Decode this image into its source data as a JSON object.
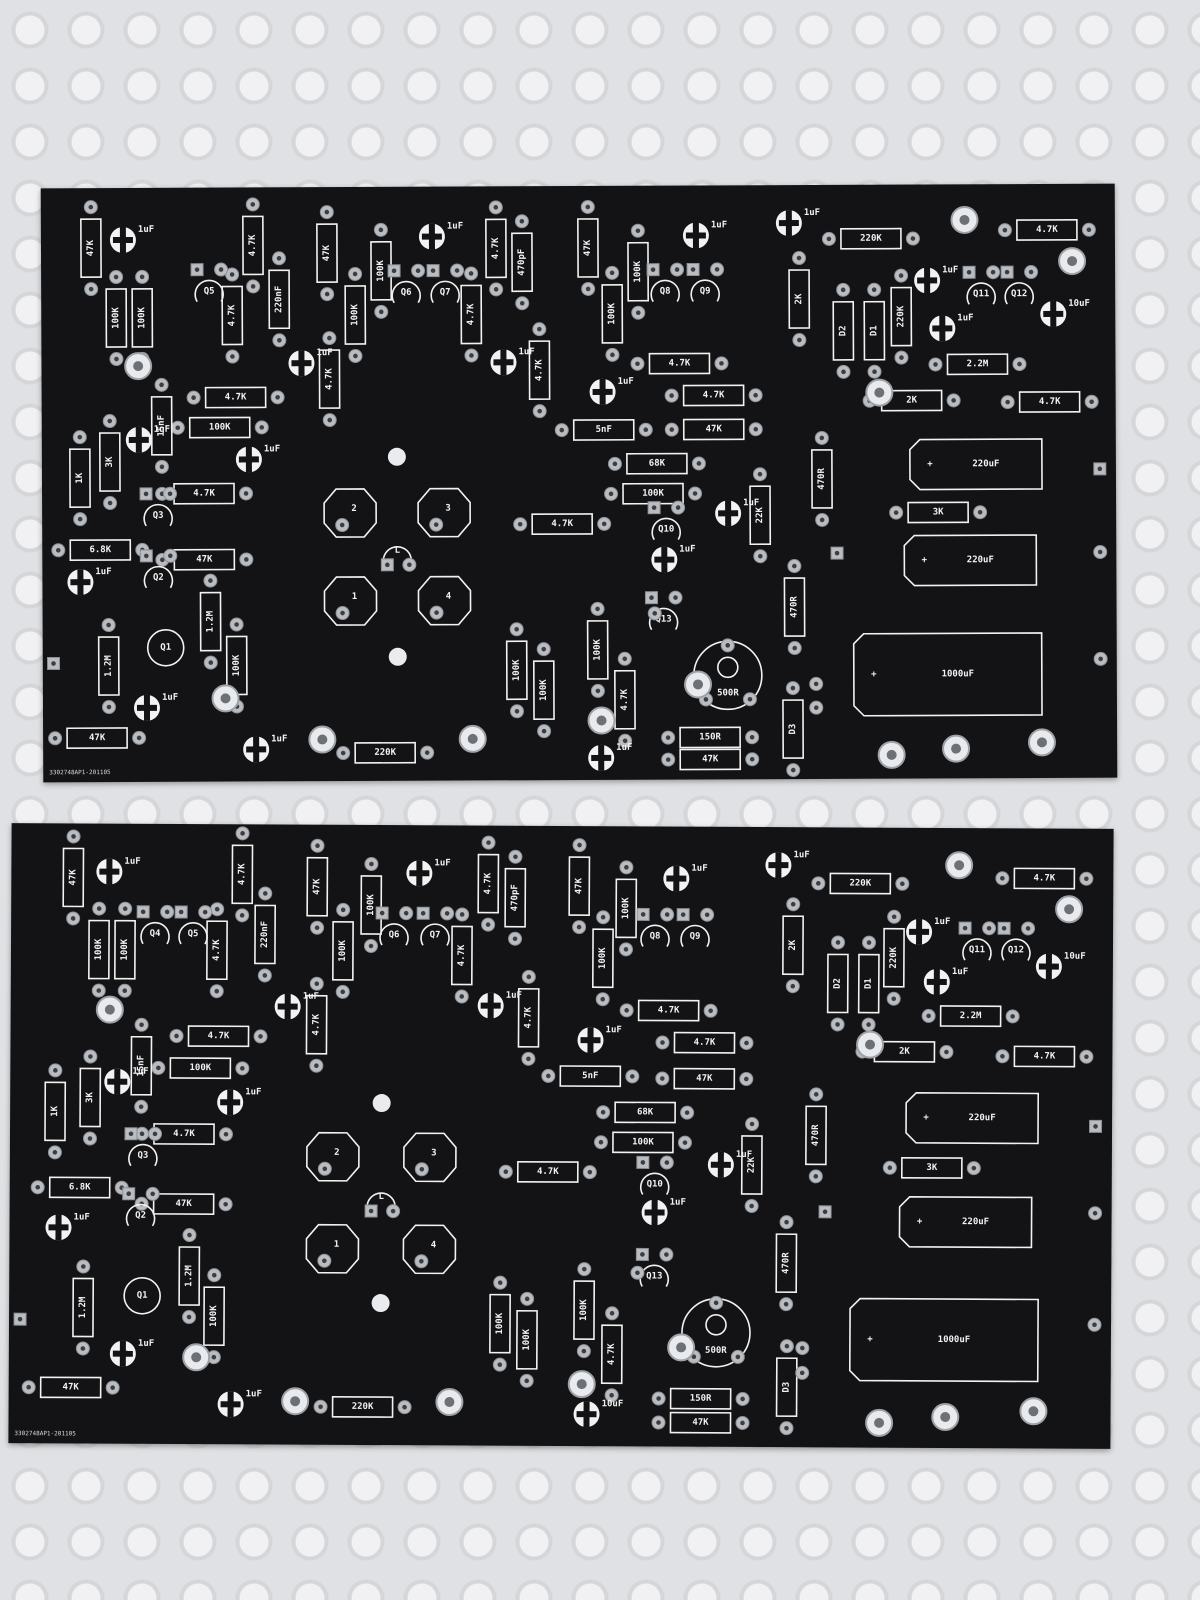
{
  "boards": [
    {
      "id_text": "3302748AP1-201105",
      "res": [
        [
          "47K",
          "v",
          92,
          246
        ],
        [
          "100K",
          "v",
          117,
          316
        ],
        [
          "100K",
          "v",
          143,
          316
        ],
        [
          "4.7K",
          "v",
          254,
          244
        ],
        [
          "4.7K",
          "v",
          233,
          314
        ],
        [
          "220nF",
          "v",
          280,
          298
        ],
        [
          "47K",
          "v",
          328,
          252
        ],
        [
          "100K",
          "v",
          356,
          314
        ],
        [
          "100K",
          "v",
          382,
          270
        ],
        [
          "4.7K",
          "v",
          472,
          314
        ],
        [
          "4.7K",
          "v",
          497,
          248
        ],
        [
          "470pF",
          "v",
          523,
          262
        ],
        [
          "47K",
          "v",
          589,
          248
        ],
        [
          "100K",
          "v",
          613,
          314
        ],
        [
          "100K",
          "v",
          639,
          272
        ],
        [
          "4.7K",
          "v",
          330,
          378
        ],
        [
          "4.7K",
          "v",
          540,
          370
        ],
        [
          "2K",
          "v",
          800,
          300
        ],
        [
          "D2",
          "v",
          844,
          332
        ],
        [
          "D1",
          "v",
          875,
          332
        ],
        [
          "220K",
          "v",
          902,
          318
        ],
        [
          "4.7K",
          "h",
          236,
          396
        ],
        [
          "100K",
          "h",
          220,
          426
        ],
        [
          "15nF",
          "v",
          162,
          424
        ],
        [
          "1K",
          "v",
          80,
          476
        ],
        [
          "3K",
          "v",
          110,
          460
        ],
        [
          "4.7K",
          "h",
          204,
          492
        ],
        [
          "6.8K",
          "h",
          100,
          548
        ],
        [
          "47K",
          "h",
          204,
          558
        ],
        [
          "1.2M",
          "v",
          108,
          664
        ],
        [
          "1.2M",
          "v",
          210,
          620
        ],
        [
          "100K",
          "v",
          236,
          664
        ],
        [
          "47K",
          "h",
          96,
          736
        ],
        [
          "220K",
          "h",
          384,
          752
        ],
        [
          "4.7K",
          "h",
          562,
          524
        ],
        [
          "5nF",
          "h",
          604,
          430
        ],
        [
          "47K",
          "h",
          714,
          430
        ],
        [
          "4.7K",
          "h",
          714,
          396
        ],
        [
          "4.7K",
          "h",
          680,
          364
        ],
        [
          "68K",
          "h",
          657,
          464
        ],
        [
          "100K",
          "h",
          653,
          494
        ],
        [
          "22K",
          "v",
          760,
          516
        ],
        [
          "470R",
          "v",
          822,
          480
        ],
        [
          "470R",
          "v",
          794,
          608
        ],
        [
          "100K",
          "v",
          516,
          670
        ],
        [
          "100K",
          "v",
          543,
          690
        ],
        [
          "100K",
          "v",
          597,
          650
        ],
        [
          "4.7K",
          "v",
          624,
          700
        ],
        [
          "150R",
          "h",
          709,
          738
        ],
        [
          "47K",
          "h",
          709,
          760
        ],
        [
          "D3",
          "v",
          792,
          730
        ],
        [
          "220K",
          "h",
          872,
          240
        ],
        [
          "4.7K",
          "h",
          1048,
          232
        ],
        [
          "2.2M",
          "h",
          978,
          366
        ],
        [
          "2K",
          "h",
          912,
          402
        ],
        [
          "4.7K",
          "h",
          1050,
          404
        ],
        [
          "3K",
          "h",
          938,
          514
        ]
      ],
      "caps": [
        [
          "1uF",
          124,
          238
        ],
        [
          "1uF",
          433,
          236
        ],
        [
          "1uF",
          697,
          236
        ],
        [
          "1uF",
          790,
          224
        ],
        [
          "1uF",
          928,
          282
        ],
        [
          "1uF",
          943,
          330
        ],
        [
          "10uF",
          1054,
          316
        ],
        [
          "1uF",
          302,
          362
        ],
        [
          "1uF",
          504,
          362
        ],
        [
          "1uF",
          603,
          392
        ],
        [
          "1uF",
          139,
          438
        ],
        [
          "1uF",
          249,
          458
        ],
        [
          "1uF",
          728,
          514
        ],
        [
          "1uF",
          664,
          560
        ],
        [
          "1uF",
          80,
          580
        ],
        [
          "1uF",
          146,
          706
        ],
        [
          "1uF",
          255,
          748
        ],
        [
          "1uF",
          600,
          758
        ]
      ],
      "trans": [
        [
          "Q5",
          210,
          292
        ],
        [
          "Q6",
          407,
          294
        ],
        [
          "Q7",
          446,
          294
        ],
        [
          "Q8",
          666,
          294
        ],
        [
          "Q9",
          706,
          294
        ],
        [
          "Q11",
          982,
          298
        ],
        [
          "Q12",
          1020,
          298
        ],
        [
          "Q3",
          158,
          516
        ],
        [
          "Q2",
          158,
          578
        ],
        [
          "Q10",
          666,
          532
        ],
        [
          "Q13",
          663,
          622
        ]
      ],
      "ecaps": [
        [
          "220uF",
          976,
          466
        ],
        [
          "220uF",
          970,
          562
        ],
        [
          "1000uF",
          947,
          676
        ]
      ],
      "trim": [
        "500R",
        727,
        676
      ],
      "tube": [
        [
          "2",
          350,
          512
        ],
        [
          "3",
          444,
          512
        ],
        [
          "1",
          350,
          600
        ],
        [
          "4",
          444,
          600
        ]
      ],
      "q1": [
        "Q1",
        165,
        646
      ]
    },
    {
      "id_text": "3302748AP1-201105",
      "res": [
        [
          "47K",
          "v",
          72,
          880
        ],
        [
          "100K",
          "v",
          98,
          952
        ],
        [
          "100K",
          "v",
          124,
          952
        ],
        [
          "4.7K",
          "v",
          241,
          876
        ],
        [
          "4.7K",
          "v",
          216,
          952
        ],
        [
          "220nF",
          "v",
          264,
          936
        ],
        [
          "47K",
          "v",
          316,
          888
        ],
        [
          "100K",
          "v",
          342,
          952
        ],
        [
          "100K",
          "v",
          370,
          906
        ],
        [
          "4.7K",
          "v",
          461,
          956
        ],
        [
          "4.7K",
          "v",
          487,
          884
        ],
        [
          "470pF",
          "v",
          514,
          898
        ],
        [
          "47K",
          "v",
          578,
          886
        ],
        [
          "100K",
          "v",
          602,
          958
        ],
        [
          "100K",
          "v",
          625,
          908
        ],
        [
          "4.7K",
          "v",
          316,
          1026
        ],
        [
          "4.7K",
          "v",
          528,
          1018
        ],
        [
          "2K",
          "v",
          792,
          944
        ],
        [
          "D2",
          "v",
          837,
          982
        ],
        [
          "D1",
          "v",
          868,
          982
        ],
        [
          "220K",
          "v",
          893,
          956
        ],
        [
          "4.7K",
          "h",
          218,
          1038
        ],
        [
          "100K",
          "h",
          200,
          1070
        ],
        [
          "15nF",
          "v",
          141,
          1068
        ],
        [
          "1K",
          "v",
          55,
          1114
        ],
        [
          "3K",
          "v",
          90,
          1100
        ],
        [
          "4.7K",
          "h",
          184,
          1136
        ],
        [
          "6.8K",
          "h",
          80,
          1190
        ],
        [
          "47K",
          "h",
          184,
          1206
        ],
        [
          "1.2M",
          "v",
          84,
          1310
        ],
        [
          "1.2M",
          "v",
          190,
          1278
        ],
        [
          "100K",
          "v",
          215,
          1318
        ],
        [
          "47K",
          "h",
          72,
          1390
        ],
        [
          "220K",
          "h",
          364,
          1408
        ],
        [
          "4.7K",
          "h",
          548,
          1172
        ],
        [
          "5nF",
          "h",
          590,
          1076
        ],
        [
          "47K",
          "h",
          704,
          1078
        ],
        [
          "4.7K",
          "h",
          704,
          1042
        ],
        [
          "4.7K",
          "h",
          668,
          1010
        ],
        [
          "68K",
          "h",
          645,
          1112
        ],
        [
          "100K",
          "h",
          643,
          1142
        ],
        [
          "22K",
          "v",
          752,
          1164
        ],
        [
          "470R",
          "v",
          816,
          1134
        ],
        [
          "470R",
          "v",
          787,
          1262
        ],
        [
          "100K",
          "v",
          501,
          1324
        ],
        [
          "100K",
          "v",
          528,
          1340
        ],
        [
          "100K",
          "v",
          585,
          1310
        ],
        [
          "4.7K",
          "v",
          613,
          1354
        ],
        [
          "150R",
          "h",
          702,
          1398
        ],
        [
          "47K",
          "h",
          702,
          1422
        ],
        [
          "D3",
          "v",
          788,
          1386
        ],
        [
          "220K",
          "h",
          859,
          882
        ],
        [
          "4.7K",
          "h",
          1043,
          876
        ],
        [
          "2.2M",
          "h",
          970,
          1014
        ],
        [
          "2K",
          "h",
          904,
          1050
        ],
        [
          "4.7K",
          "h",
          1044,
          1054
        ],
        [
          "3K",
          "h",
          932,
          1166
        ]
      ],
      "caps": [
        [
          "1uF",
          108,
          874
        ],
        [
          "1uF",
          418,
          874
        ],
        [
          "1uF",
          675,
          878
        ],
        [
          "1uF",
          777,
          864
        ],
        [
          "1uF",
          918,
          930
        ],
        [
          "1uF",
          936,
          980
        ],
        [
          "10uF",
          1048,
          964
        ],
        [
          "1uF",
          287,
          1008
        ],
        [
          "1uF",
          490,
          1006
        ],
        [
          "1uF",
          590,
          1040
        ],
        [
          "1uF",
          117,
          1084
        ],
        [
          "1uF",
          230,
          1104
        ],
        [
          "1uF",
          721,
          1164
        ],
        [
          "1uF",
          655,
          1212
        ],
        [
          "1uF",
          59,
          1230
        ],
        [
          "1uF",
          124,
          1356
        ],
        [
          "1uF",
          232,
          1406
        ],
        [
          "10uF",
          588,
          1414
        ]
      ],
      "trans": [
        [
          "Q4",
          154,
          938
        ],
        [
          "Q5",
          192,
          938
        ],
        [
          "Q6",
          393,
          938
        ],
        [
          "Q7",
          434,
          938
        ],
        [
          "Q8",
          654,
          938
        ],
        [
          "Q9",
          694,
          938
        ],
        [
          "Q11",
          976,
          950
        ],
        [
          "Q12",
          1015,
          950
        ],
        [
          "Q3",
          143,
          1160
        ],
        [
          "Q2",
          141,
          1220
        ],
        [
          "Q10",
          655,
          1186
        ],
        [
          "Q13",
          655,
          1278
        ]
      ],
      "ecaps": [
        [
          "220uF",
          972,
          1116
        ],
        [
          "220uF",
          966,
          1220
        ],
        [
          "1000uF",
          945,
          1338
        ]
      ],
      "trim": [
        "500R",
        717,
        1332
      ],
      "tube": [
        [
          "2",
          333,
          1158
        ],
        [
          "3",
          430,
          1158
        ],
        [
          "1",
          333,
          1250
        ],
        [
          "4",
          430,
          1250
        ]
      ],
      "q1": [
        "Q1",
        143,
        1298
      ]
    }
  ]
}
